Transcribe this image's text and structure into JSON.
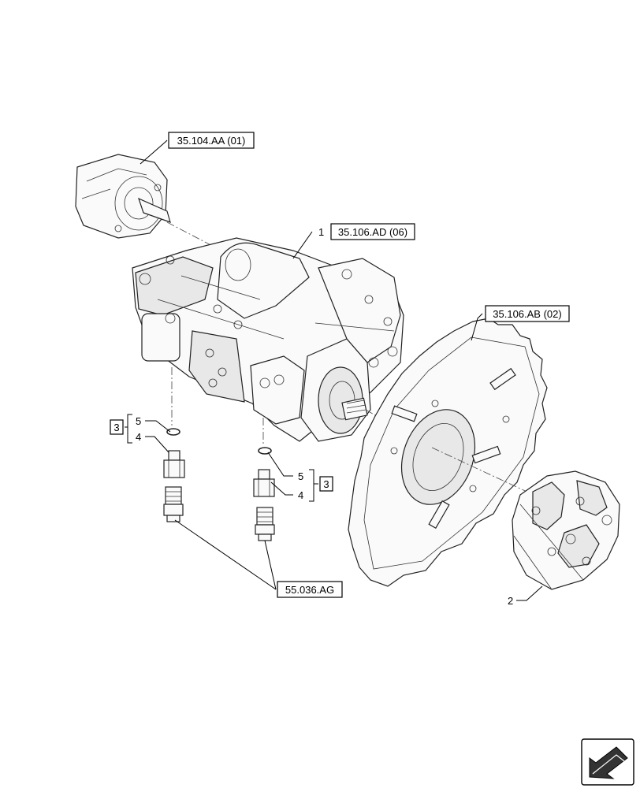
{
  "references": {
    "gear_pump": "35.104.AA (01)",
    "main_pump": "35.106.AD (06)",
    "housing": "35.106.AB (02)",
    "fittings": "55.036.AG"
  },
  "callouts": {
    "pump": "1",
    "coupling": "2",
    "kit_left": "3",
    "kit_right": "3",
    "fitting_left": "4",
    "oring_left": "5",
    "oring_right": "5",
    "fitting_right": "4"
  }
}
